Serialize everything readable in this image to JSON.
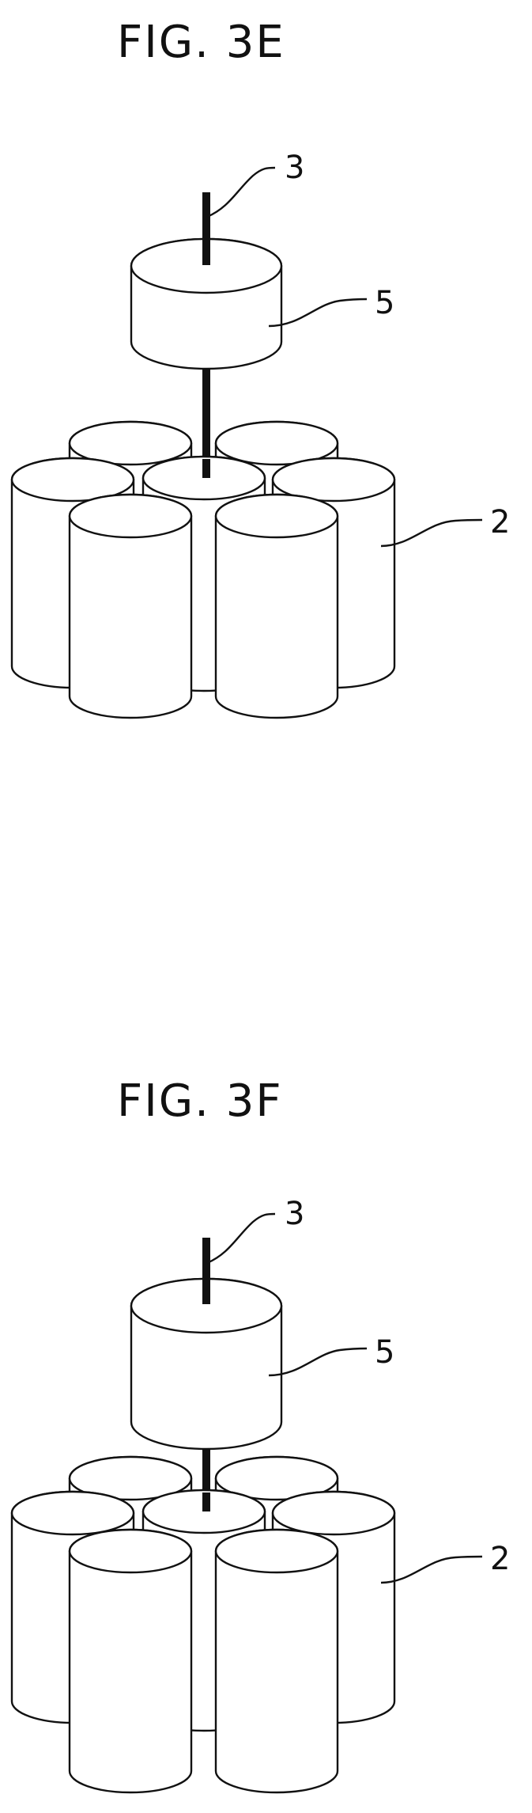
{
  "figures": [
    {
      "title": "FIG. 3E",
      "labels": {
        "shaft": "3",
        "upper_cylinder": "5",
        "cylinder_bundle": "2"
      }
    },
    {
      "title": "FIG. 3F",
      "labels": {
        "shaft": "3",
        "upper_cylinder": "5",
        "cylinder_bundle": "2"
      }
    }
  ],
  "colors": {
    "line": "#111111",
    "fill": "#ffffff",
    "background": "#ffffff"
  }
}
